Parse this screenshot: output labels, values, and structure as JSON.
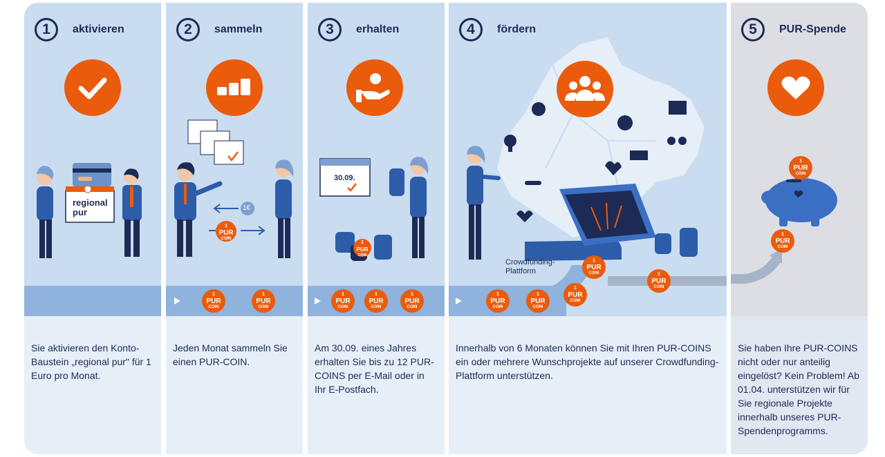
{
  "steps": [
    {
      "number": "1",
      "title": "aktivieren",
      "text": "Sie aktivieren den Konto-Baustein „regional pur\" für 1 Euro pro Monat."
    },
    {
      "number": "2",
      "title": "sammeln",
      "text": "Jeden Monat sammeln Sie einen PUR-COIN."
    },
    {
      "number": "3",
      "title": "erhalten",
      "text": "Am 30.09. eines Jahres erhalten Sie bis zu 12 PUR-COINS per E-Mail oder in Ihr E-Postfach."
    },
    {
      "number": "4",
      "title": "fördern",
      "text": "Innerhalb von 6 Monaten können Sie mit Ihren PUR-COINS ein oder mehrere Wunschprojekte auf unserer Crowdfunding-Plattform unterstützen."
    },
    {
      "number": "5",
      "title": "PUR-Spende",
      "text": "Sie haben Ihre PUR-COINS nicht oder nur anteilig eingelöst? Kein Problem! Ab 01.04. unterstützen wir für Sie regionale Projekte innerhalb unseres PUR-Spendenprogramms."
    }
  ],
  "coin": {
    "top": "1",
    "middle": "PUR",
    "bottom": "COIN"
  },
  "labels": {
    "box_line1": "regional",
    "box_line2": "pur",
    "euro_coin": "1€",
    "calendar_date": "30.09.",
    "platform": "Crowdfunding-\nPlattform"
  },
  "colors": {
    "accent": "#ea5b0c",
    "navy": "#1d2a55",
    "panel": "#c9dcf0",
    "band": "#8fb3dc"
  }
}
